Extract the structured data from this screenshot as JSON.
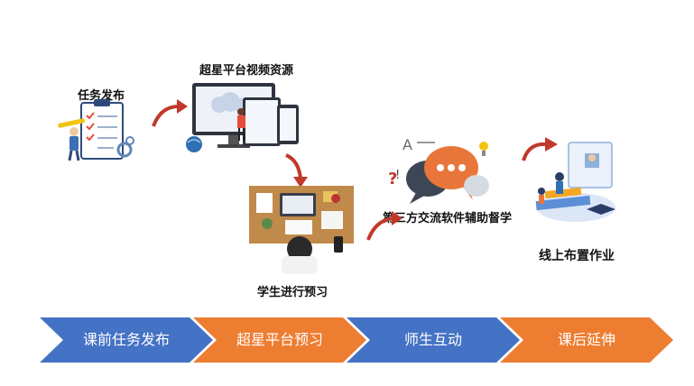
{
  "labels": {
    "task_release": "任务发布",
    "platform_resources": "超星平台视频资源",
    "student_preview": "学生进行预习",
    "third_party": "第三方交流软件辅助督学",
    "online_homework": "线上布置作业"
  },
  "steps": [
    {
      "label": "课前任务发布",
      "color": "#4472c4"
    },
    {
      "label": "超星平台预习",
      "color": "#ed7d31"
    },
    {
      "label": "师生互动",
      "color": "#4472c4"
    },
    {
      "label": "课后延伸",
      "color": "#ed7d31"
    }
  ],
  "icons": [
    "clipboard-checklist-illustration",
    "devices-illustration",
    "desk-illustration",
    "chat-bubbles-illustration",
    "online-class-illustration",
    "curved-arrow-icon"
  ],
  "colors": {
    "arrow": "#c0392b",
    "blue": "#4472c4",
    "orange": "#ed7d31"
  }
}
